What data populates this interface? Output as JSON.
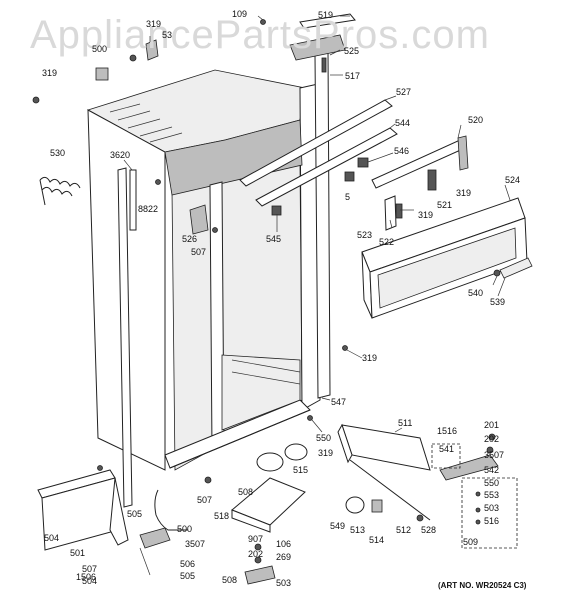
{
  "watermark": "AppliancePartsPros.com",
  "art_number": "(ART NO. WR20524 C3)",
  "part_labels": [
    "109",
    "519",
    "319",
    "53",
    "500",
    "525",
    "319",
    "517",
    "527",
    "530",
    "3620",
    "544",
    "520",
    "546",
    "8822",
    "319",
    "5",
    "524",
    "521",
    "319",
    "526",
    "523",
    "507",
    "522",
    "545",
    "540",
    "539",
    "319",
    "547",
    "550",
    "201",
    "511",
    "1516",
    "202",
    "319",
    "541",
    "3507",
    "515",
    "542",
    "508",
    "550",
    "507",
    "553",
    "503",
    "516",
    "505",
    "518",
    "549",
    "513",
    "514",
    "512",
    "528",
    "509",
    "504",
    "500",
    "907",
    "106",
    "501",
    "202",
    "269",
    "3507",
    "506",
    "507",
    "505",
    "1506",
    "504",
    "508",
    "503"
  ]
}
